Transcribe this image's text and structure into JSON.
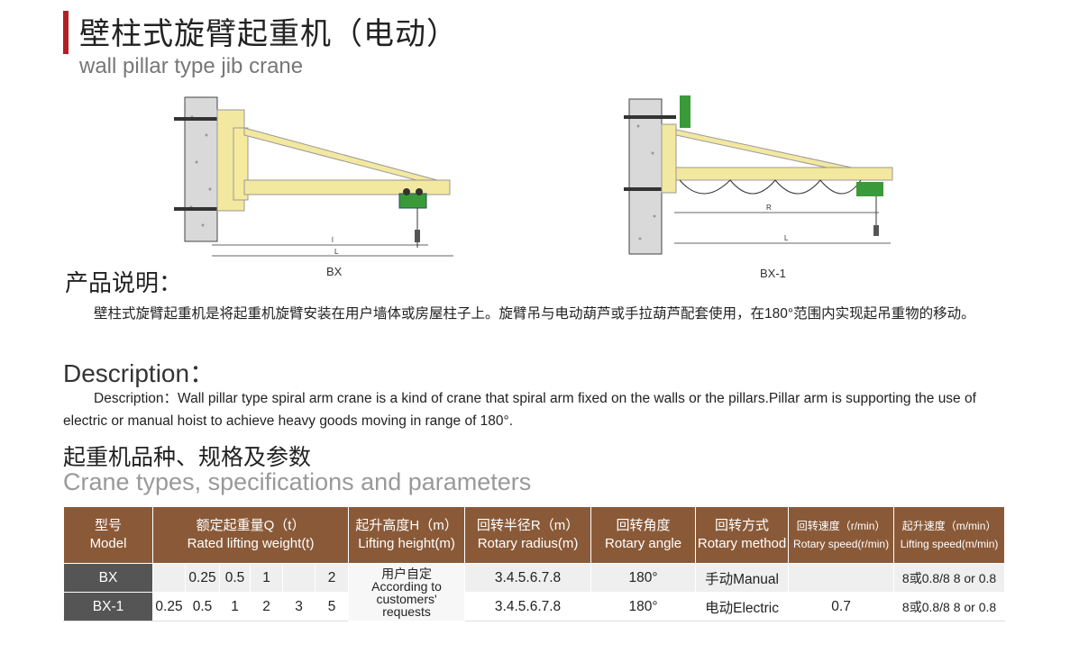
{
  "header": {
    "title_cn": "壁柱式旋臂起重机（电动）",
    "title_en": "wall pillar type jib crane"
  },
  "diagrams": {
    "left_caption": "BX",
    "right_caption": "BX-1"
  },
  "product_info": {
    "heading": "产品说明：",
    "text": "壁柱式旋臂起重机是将起重机旋臂安装在用户墙体或房屋柱子上。旋臂吊与电动葫芦或手拉葫芦配套使用，在180°范围内实现起吊重物的移动。"
  },
  "description": {
    "heading": "Description：",
    "text": "Description：Wall pillar type spiral arm crane is a kind of crane that spiral arm fixed on the walls or the pillars.Pillar arm is supporting the use of electric or manual hoist to achieve heavy goods moving in range of 180°."
  },
  "specs": {
    "heading_cn": "起重机品种、规格及参数",
    "heading_en": "Crane types, specifications and parameters",
    "headers": {
      "model_cn": "型号",
      "model_en": "Model",
      "weight_cn": "额定起重量Q（t）",
      "weight_en": "Rated lifting weight(t)",
      "height_cn": "起升高度H（m）",
      "height_en": "Lifting height(m)",
      "radius_cn": "回转半径R（m）",
      "radius_en": "Rotary radius(m)",
      "angle_cn": "回转角度",
      "angle_en": "Rotary angle",
      "method_cn": "回转方式",
      "method_en": "Rotary method",
      "rspeed_cn": "回转速度（r/min）",
      "rspeed_en": "Rotary speed(r/min)",
      "lspeed_cn": "起升速度（m/min）",
      "lspeed_en": "Lifting speed(m/min)"
    },
    "rows": [
      {
        "model": "BX",
        "weights": [
          "",
          "0.25",
          "0.5",
          "1",
          "",
          "2"
        ],
        "height": "用户自定",
        "height_en": [
          "According to",
          "customers'",
          "requests"
        ],
        "radius": "3.4.5.6.7.8",
        "angle": "180°",
        "method": "手动Manual",
        "rspeed": "",
        "lspeed": "8或0.8/8  8 or 0.8"
      },
      {
        "model": "BX-1",
        "weights": [
          "0.25",
          "0.5",
          "1",
          "2",
          "3",
          "5"
        ],
        "radius": "3.4.5.6.7.8",
        "angle": "180°",
        "method": "电动Electric",
        "rspeed": "0.7",
        "lspeed": "8或0.8/8  8 or 0.8"
      }
    ]
  }
}
